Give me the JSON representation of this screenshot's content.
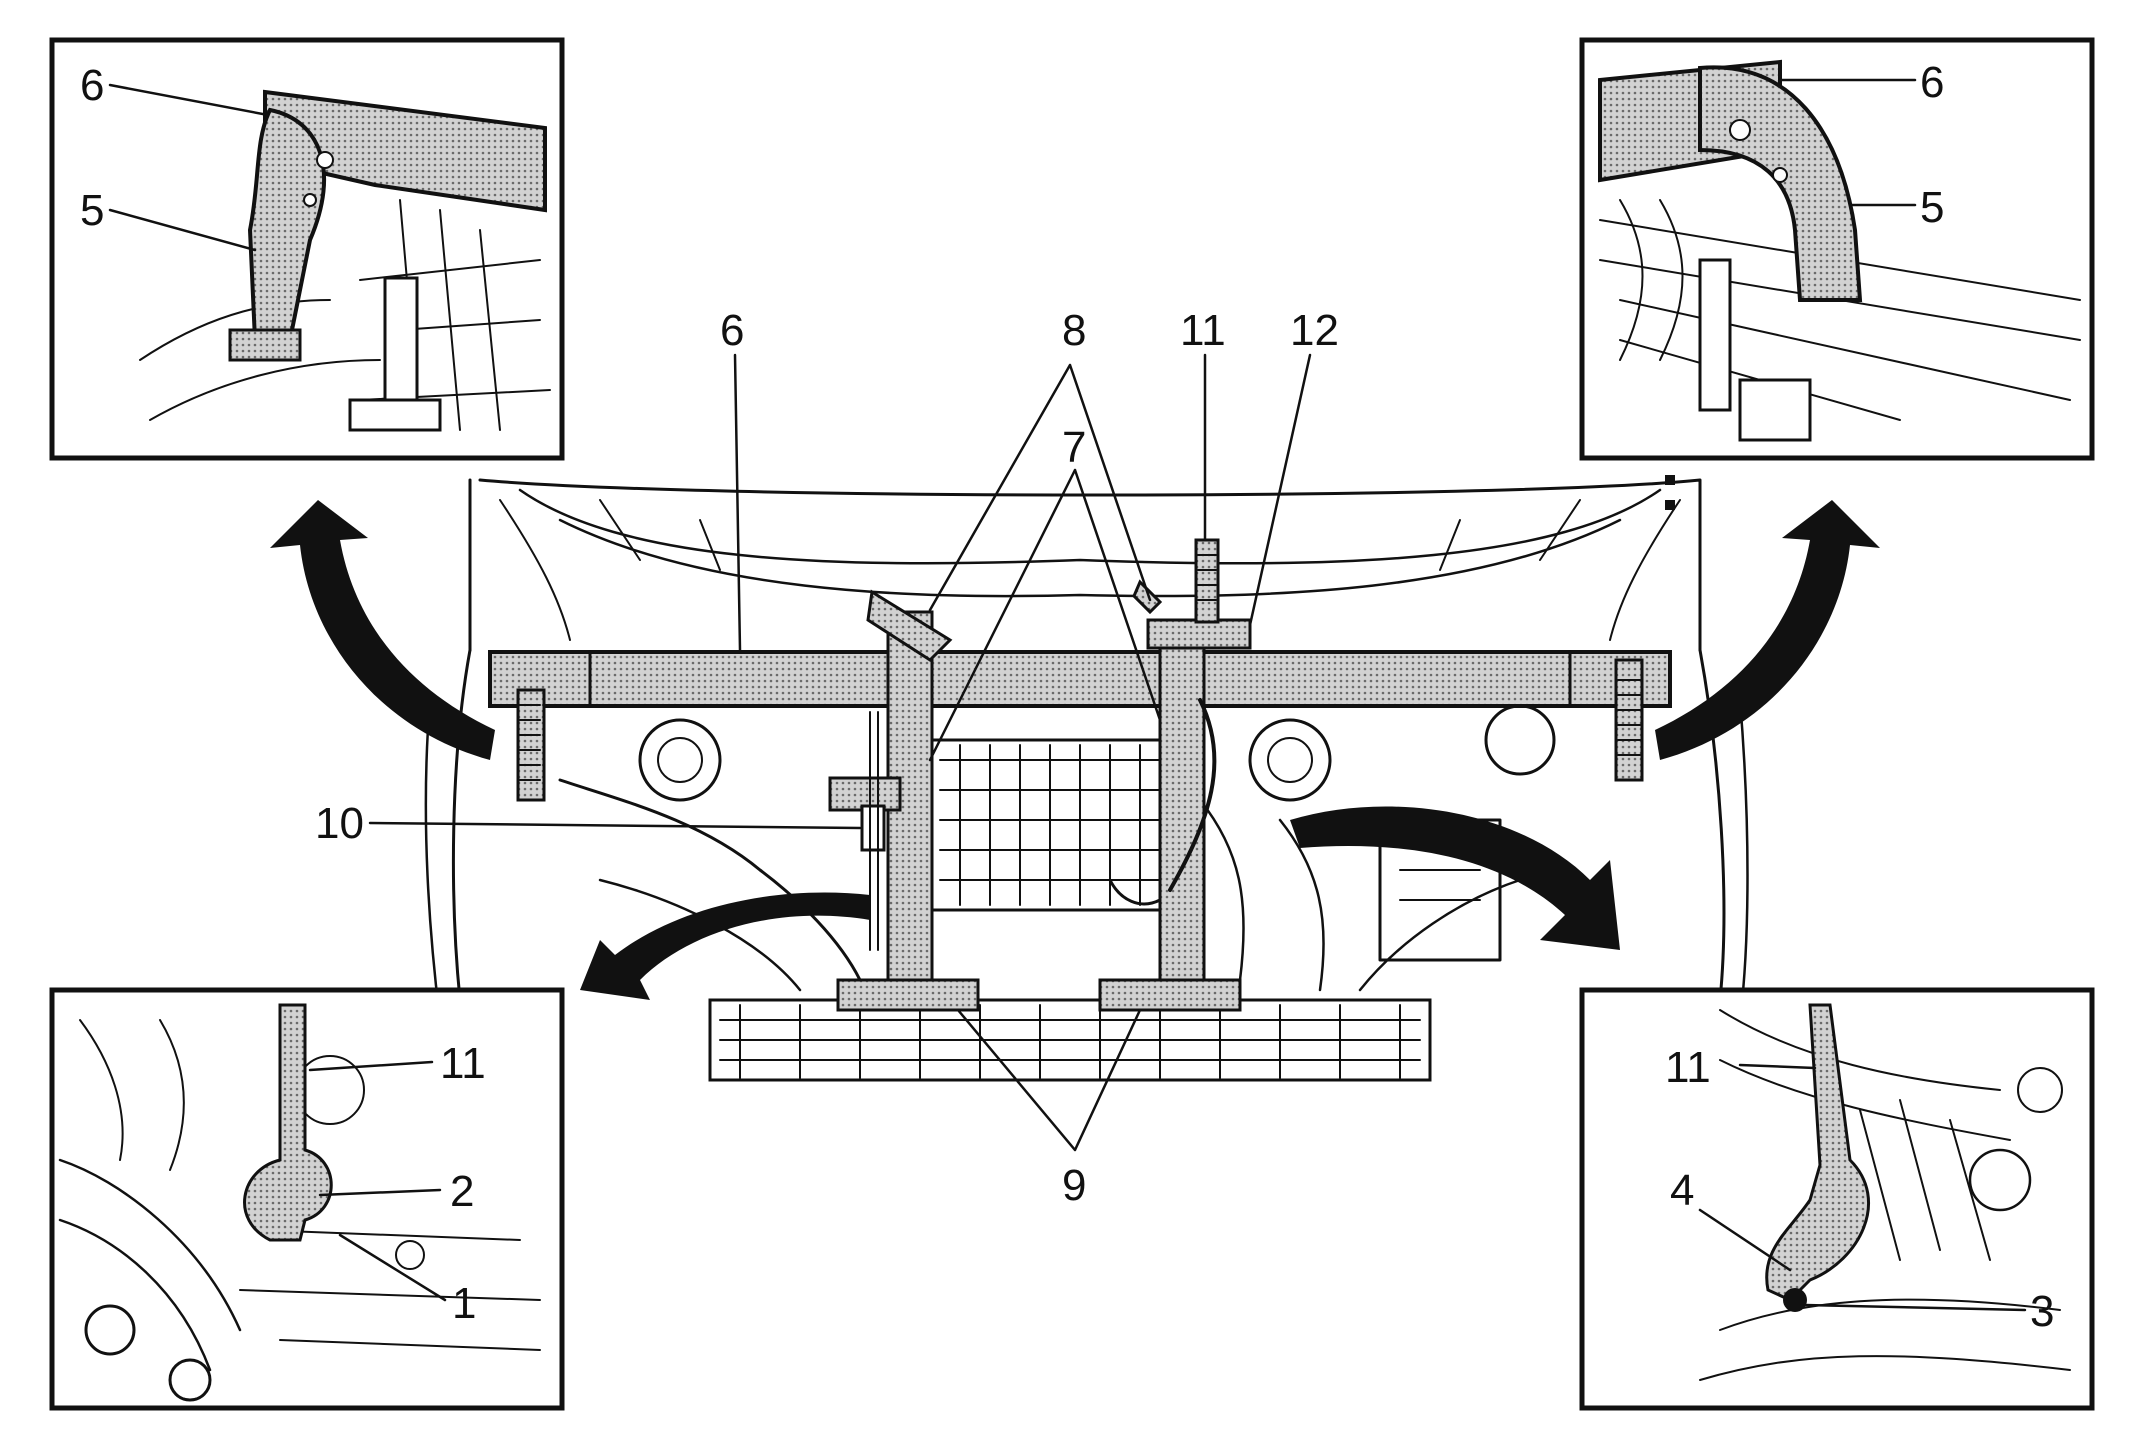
{
  "diagram": {
    "callouts": {
      "top_left_6": "6",
      "top_left_5": "5",
      "top_right_6": "6",
      "top_right_5": "5",
      "main_6": "6",
      "main_8": "8",
      "main_11": "11",
      "main_12": "12",
      "main_7": "7",
      "main_10": "10",
      "main_9": "9",
      "bottom_left_11": "11",
      "bottom_left_2": "2",
      "bottom_left_1": "1",
      "bottom_right_11": "11",
      "bottom_right_4": "4",
      "bottom_right_3": "3"
    },
    "colors": {
      "ink": "#111111",
      "fixture_fill": "#b8b8b8",
      "background": "#ffffff"
    }
  }
}
